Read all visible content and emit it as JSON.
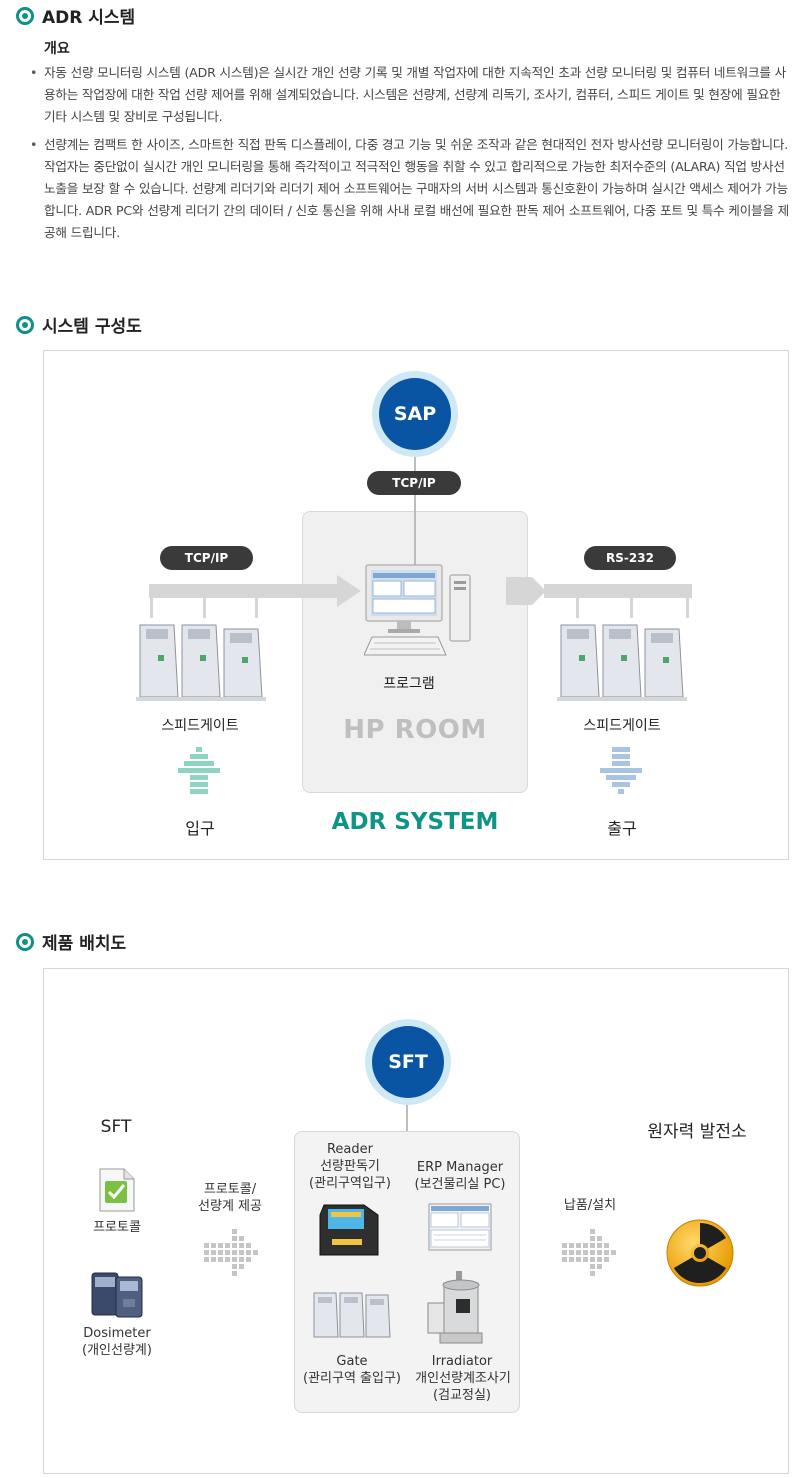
{
  "sections": {
    "adr": "ADR 시스템",
    "config": "시스템 구성도",
    "layout": "제품 배치도"
  },
  "overview": {
    "title": "개요",
    "paragraphs": [
      "자동 선량 모니터링 시스템 (ADR 시스템)은 실시간 개인 선량 기록 및 개별 작업자에 대한 지속적인 초과 선량 모니터링 및 컴퓨터 네트워크를 사용하는 작업장에 대한 작업 선량 제어를 위해 설계되었습니다. 시스템은 선량계, 선량계 리독기, 조사기, 컴퓨터, 스피드 게이트 및 현장에 필요한 기타 시스템 및 장비로 구성됩니다.",
      "선량계는 컴팩트 한 사이즈, 스마트한 직접 판독 디스플레이, 다중 경고 기능 및 쉬운 조작과 같은 현대적인 전자 방사선량 모니터링이 가능합니다. 작업자는 중단없이 실시간 개인 모니터링을 통해 즉각적이고 적극적인 행동을 취할 수 있고 합리적으로 가능한 최저수준의 (ALARA) 직업 방사선 노출을 보장 할 수 있습니다. 선량계 리더기와 리더기 제어 소프트웨어는 구매자의 서버 시스템과 통신호환이 가능하며 실시간 액세스 제어가 가능합니다. ADR PC와 선량계 리더기 간의 데이터 / 신호 통신을 위해 사내 로컬 배선에 필요한 판독 제어 소프트웨어, 다중 포트 및 특수 케이블을 제공해 드립니다."
    ]
  },
  "config_diagram": {
    "top_node": "SAP",
    "top_link": "TCP/IP",
    "left_link": "TCP/IP",
    "right_link": "RS-232",
    "program": "프로그램",
    "room": "HP ROOM",
    "left_gate": "스피드게이트",
    "right_gate": "스피드게이트",
    "entrance": "입구",
    "exit": "출구",
    "system": "ADR SYSTEM",
    "colors": {
      "entrance_arrow": "#8fd3c3",
      "exit_arrow": "#a9c3e3",
      "system": "#0f9585",
      "node": "#0a55a3"
    }
  },
  "layout_diagram": {
    "top_node": "SFT",
    "left_title": "SFT",
    "right_title": "원자력 발전소",
    "protocol": "프로토콜",
    "dosimeter": "Dosimeter",
    "dosimeter_ko": "(개인선량계)",
    "supply_1": "프로토콜/",
    "supply_2": "선량계 제공",
    "delivery": "납품/설치",
    "reader": "Reader",
    "reader_ko": "선량판독기",
    "reader_sub": "(관리구역입구)",
    "erp": "ERP Manager",
    "erp_sub": "(보건물리실 PC)",
    "gate": "Gate",
    "gate_sub": "(관리구역 출입구)",
    "irradiator": "Irradiator",
    "irradiator_ko": "개인선량계조사기",
    "irradiator_sub": "(검교정실)"
  }
}
